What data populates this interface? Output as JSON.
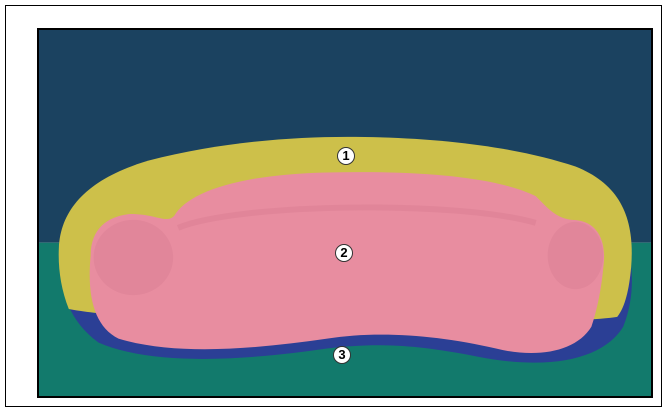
{
  "figure": {
    "markers": [
      {
        "label": "1",
        "region": "yellow-zone"
      },
      {
        "label": "2",
        "region": "pink-zone"
      },
      {
        "label": "3",
        "region": "blue-zone"
      }
    ],
    "colors": {
      "background_top": "#1b4260",
      "background_bottom": "#127a6c",
      "zone_1": "#cdc04a",
      "zone_2": "#e88da0",
      "zone_3": "#2b3f95",
      "frame": "#000000"
    }
  }
}
